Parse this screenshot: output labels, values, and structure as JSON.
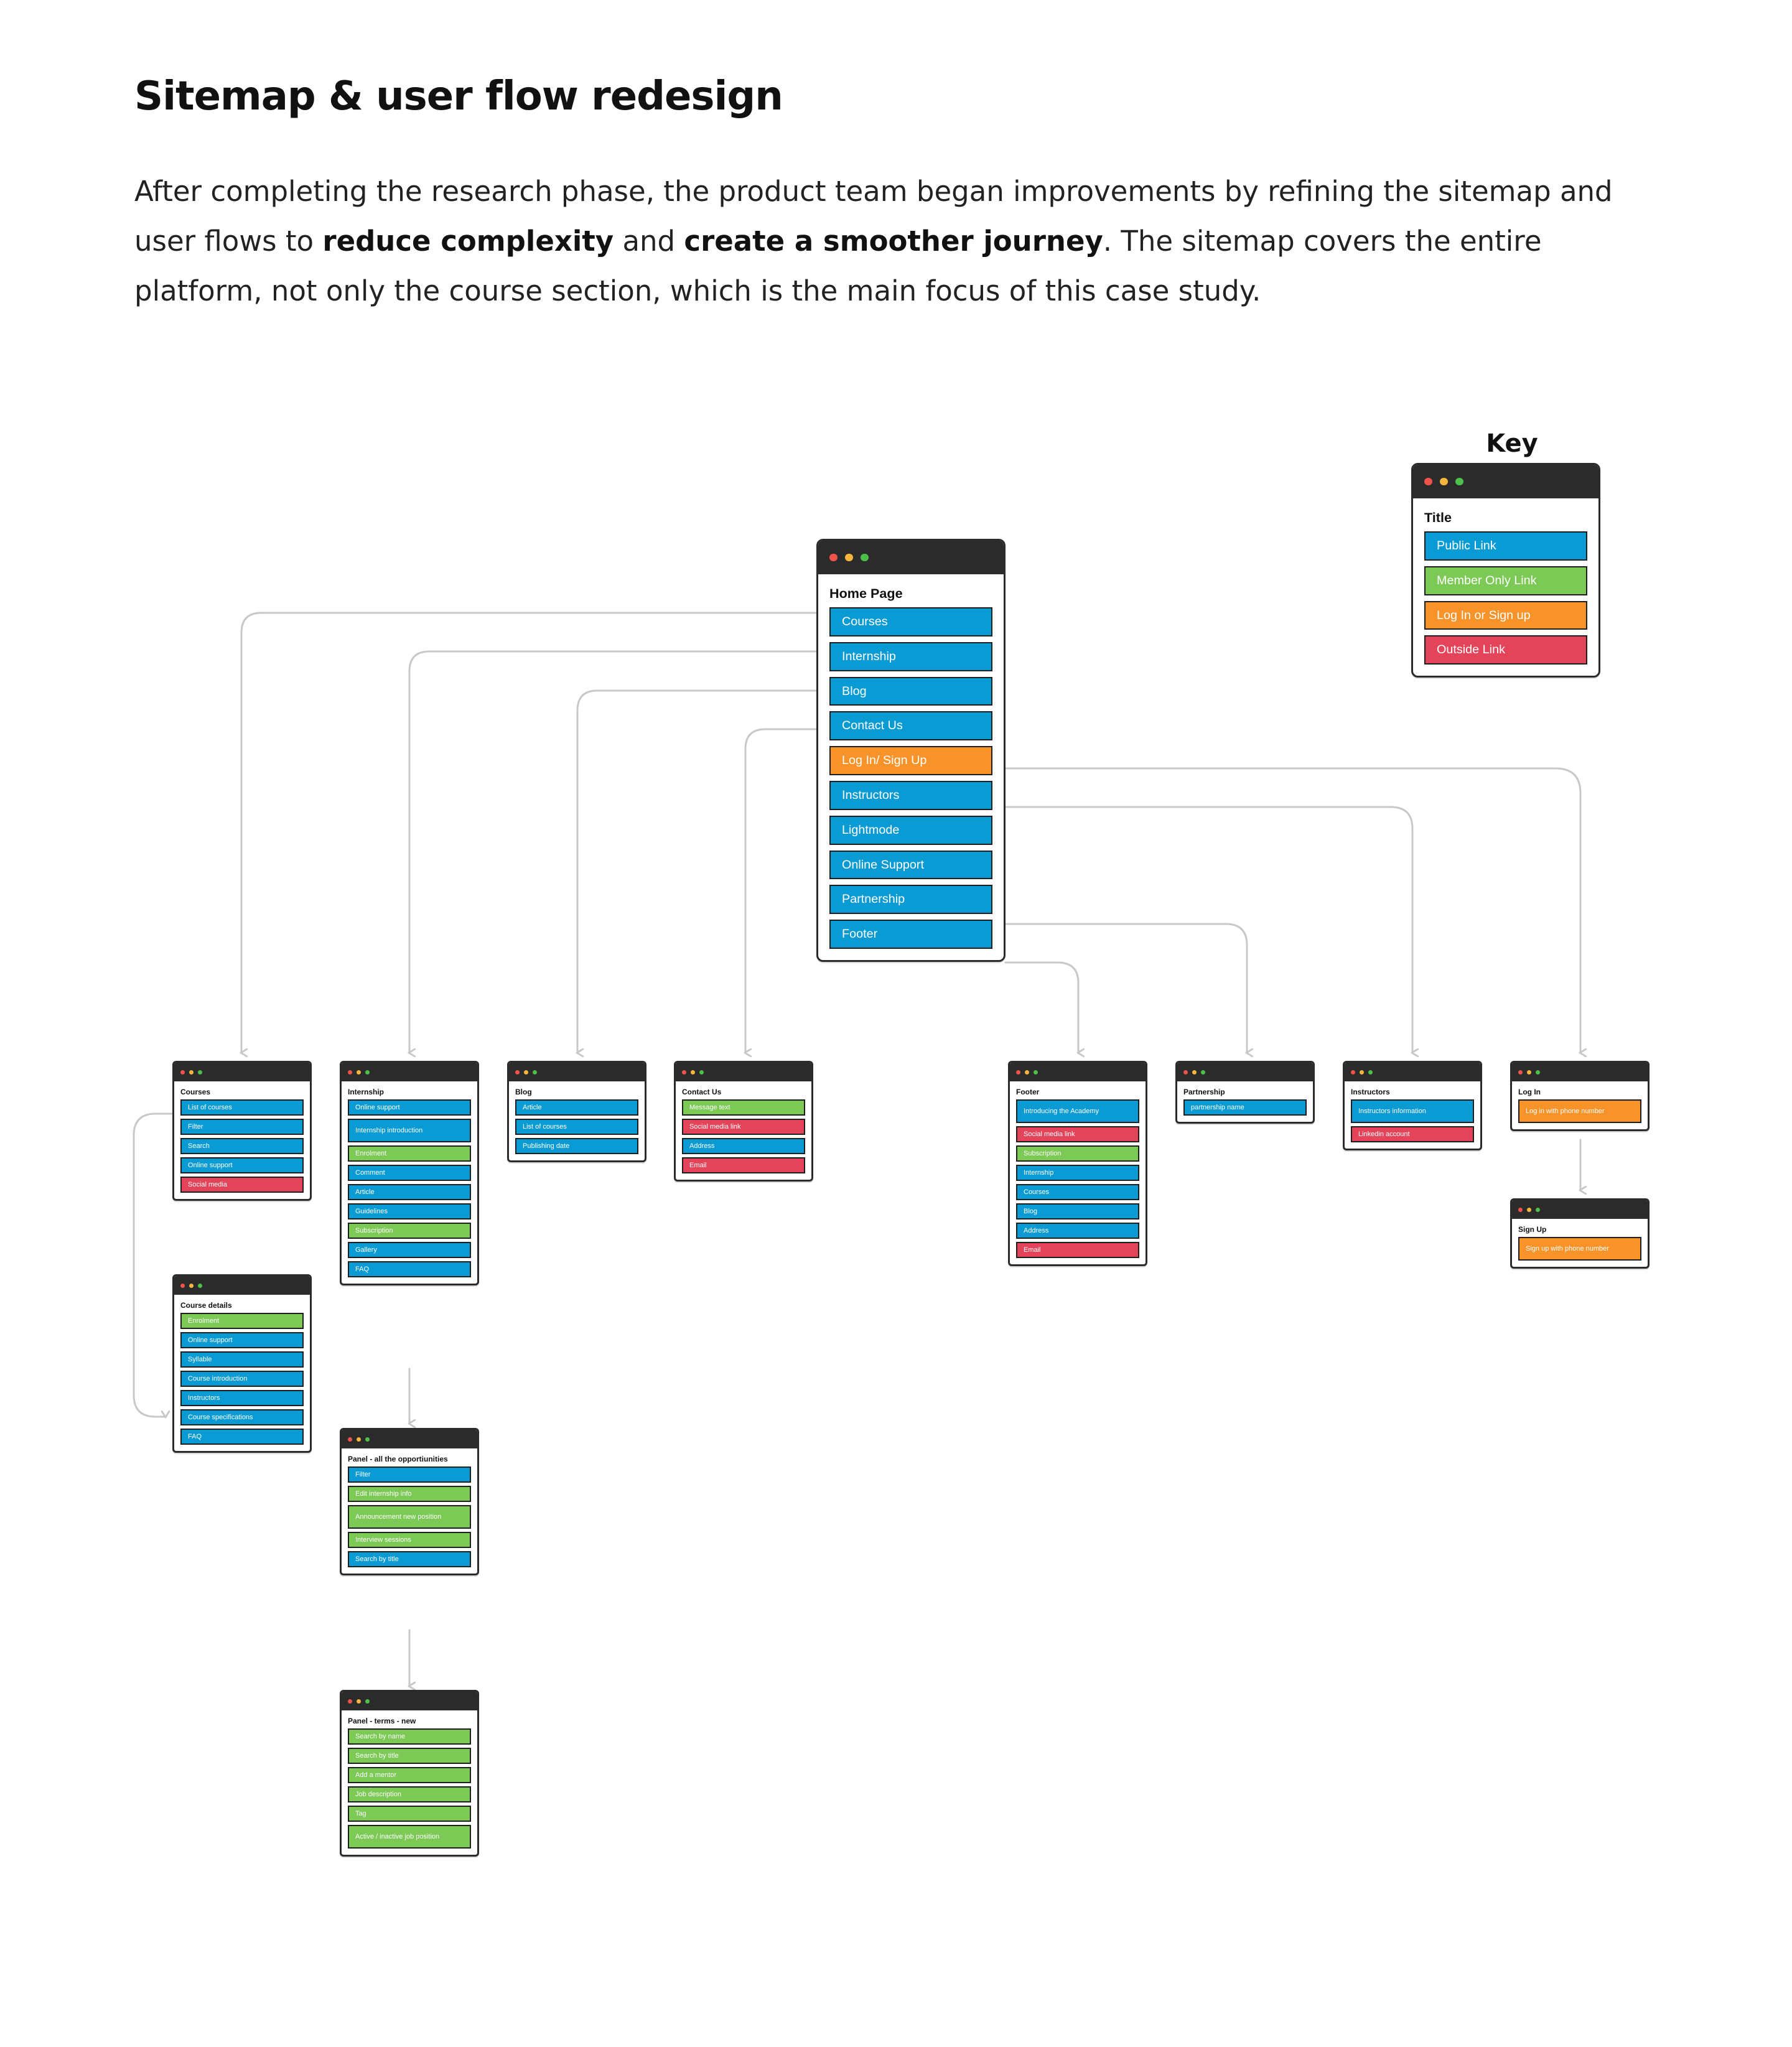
{
  "heading": "Sitemap & user flow redesign",
  "intro": {
    "part1": "After completing the research phase, the product team began improvements by refining the sitemap and user flows to ",
    "bold1": "reduce complexity",
    "part2": " and ",
    "bold2": "create a smoother journey",
    "part3": ". The sitemap covers the entire platform, not only the course section, which is the main focus of this case study."
  },
  "colors": {
    "public": "#0A9BD4",
    "member": "#7CC956",
    "auth": "#F8932A",
    "outside": "#E44459",
    "frame": "#2b2b2b",
    "arrow": "#c8c8c8",
    "dot_red": "#f0524c",
    "dot_yellow": "#f6b53c",
    "dot_green": "#4cc04a"
  },
  "key": {
    "heading": "Key",
    "title": "Title",
    "items": [
      {
        "label": "Public Link",
        "type": "public"
      },
      {
        "label": "Member Only Link",
        "type": "member"
      },
      {
        "label": "Log In or Sign up",
        "type": "auth"
      },
      {
        "label": "Outside Link",
        "type": "outside"
      }
    ]
  },
  "cards": {
    "home": {
      "title": "Home Page",
      "items": [
        {
          "label": "Courses",
          "type": "public"
        },
        {
          "label": "Internship",
          "type": "public"
        },
        {
          "label": "Blog",
          "type": "public"
        },
        {
          "label": "Contact Us",
          "type": "public"
        },
        {
          "label": "Log In/ Sign Up",
          "type": "auth"
        },
        {
          "label": "Instructors",
          "type": "public"
        },
        {
          "label": "Lightmode",
          "type": "public"
        },
        {
          "label": "Online Support",
          "type": "public"
        },
        {
          "label": "Partnership",
          "type": "public"
        },
        {
          "label": "Footer",
          "type": "public"
        }
      ]
    },
    "courses": {
      "title": "Courses",
      "items": [
        {
          "label": "List of courses",
          "type": "public"
        },
        {
          "label": "Filter",
          "type": "public"
        },
        {
          "label": "Search",
          "type": "public"
        },
        {
          "label": "Online support",
          "type": "public"
        },
        {
          "label": "Social media",
          "type": "outside"
        }
      ]
    },
    "course_details": {
      "title": "Course details",
      "items": [
        {
          "label": "Enrolment",
          "type": "member"
        },
        {
          "label": "Online support",
          "type": "public"
        },
        {
          "label": "Syllable",
          "type": "public"
        },
        {
          "label": "Course introduction",
          "type": "public"
        },
        {
          "label": "Instructors",
          "type": "public"
        },
        {
          "label": "Course specifications",
          "type": "public"
        },
        {
          "label": "FAQ",
          "type": "public"
        }
      ]
    },
    "internship": {
      "title": "Internship",
      "items": [
        {
          "label": "Online support",
          "type": "public"
        },
        {
          "label": "Internship introduction",
          "type": "public"
        },
        {
          "label": "Enrolment",
          "type": "member"
        },
        {
          "label": "Comment",
          "type": "public"
        },
        {
          "label": "Article",
          "type": "public"
        },
        {
          "label": "Guidelines",
          "type": "public"
        },
        {
          "label": "Subscription",
          "type": "member"
        },
        {
          "label": "Gallery",
          "type": "public"
        },
        {
          "label": "FAQ",
          "type": "public"
        }
      ]
    },
    "panel_opps": {
      "title": "Panel - all the opportiunities",
      "items": [
        {
          "label": "Filter",
          "type": "public"
        },
        {
          "label": "Edit internship info",
          "type": "member"
        },
        {
          "label": "Announcement new position",
          "type": "member"
        },
        {
          "label": "Interview sessions",
          "type": "member"
        },
        {
          "label": "Search by title",
          "type": "public"
        }
      ]
    },
    "panel_terms": {
      "title": "Panel - terms - new",
      "items": [
        {
          "label": "Search by name",
          "type": "member"
        },
        {
          "label": "Search by title",
          "type": "member"
        },
        {
          "label": "Add a mentor",
          "type": "member"
        },
        {
          "label": "Job description",
          "type": "member"
        },
        {
          "label": "Tag",
          "type": "member"
        },
        {
          "label": "Active / inactive job position",
          "type": "member"
        }
      ]
    },
    "blog": {
      "title": "Blog",
      "items": [
        {
          "label": "Article",
          "type": "public"
        },
        {
          "label": "List of courses",
          "type": "public"
        },
        {
          "label": "Publishing date",
          "type": "public"
        }
      ]
    },
    "contact": {
      "title": "Contact Us",
      "items": [
        {
          "label": "Message text",
          "type": "member"
        },
        {
          "label": "Social media link",
          "type": "outside"
        },
        {
          "label": "Address",
          "type": "public"
        },
        {
          "label": "Email",
          "type": "outside"
        }
      ]
    },
    "footer": {
      "title": "Footer",
      "items": [
        {
          "label": "Introducing the Academy",
          "type": "public"
        },
        {
          "label": "Social media link",
          "type": "outside"
        },
        {
          "label": "Subscription",
          "type": "member"
        },
        {
          "label": "Internship",
          "type": "public"
        },
        {
          "label": "Courses",
          "type": "public"
        },
        {
          "label": "Blog",
          "type": "public"
        },
        {
          "label": "Address",
          "type": "public"
        },
        {
          "label": "Email",
          "type": "outside"
        }
      ]
    },
    "partnership": {
      "title": "Partnership",
      "items": [
        {
          "label": "partnership name",
          "type": "public"
        }
      ]
    },
    "instructors": {
      "title": "Instructors",
      "items": [
        {
          "label": "Instructors information",
          "type": "public"
        },
        {
          "label": "Linkedin account",
          "type": "outside"
        }
      ]
    },
    "login": {
      "title": "Log In",
      "items": [
        {
          "label": "Log in with phone number",
          "type": "auth"
        }
      ]
    },
    "signup": {
      "title": "Sign Up",
      "items": [
        {
          "label": "Sign up with phone number",
          "type": "auth"
        }
      ]
    }
  }
}
